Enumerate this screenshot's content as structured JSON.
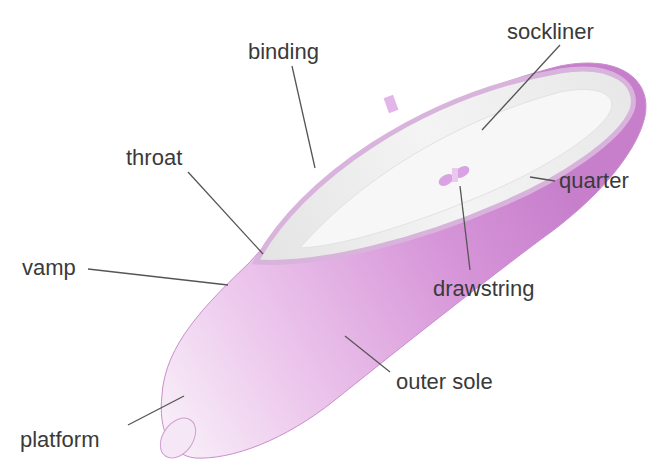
{
  "diagram": {
    "labels": [
      "sockliner",
      "binding",
      "throat",
      "quarter",
      "vamp",
      "drawstring",
      "outer sole",
      "platform"
    ]
  }
}
